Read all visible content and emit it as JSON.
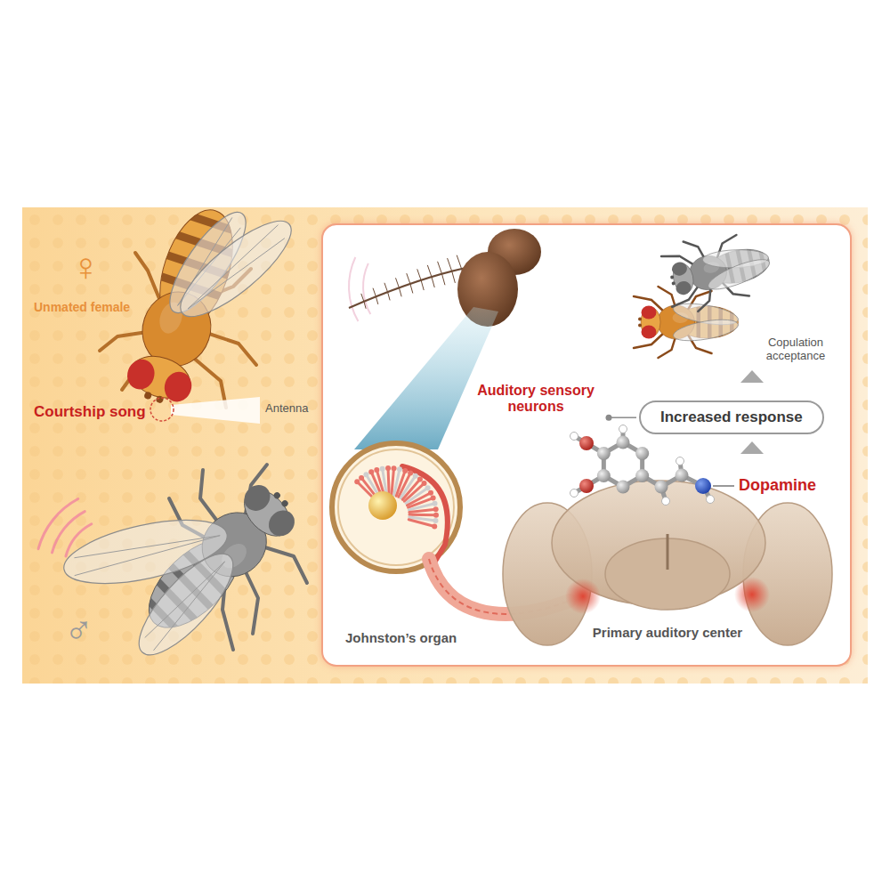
{
  "diagram": {
    "nodes": [
      {
        "text": [
          "Increased response"
        ]
      }
    ],
    "labels": [
      "♀",
      "Unmated female",
      "Courtship song",
      "Antenna",
      "Auditory sensory neurons",
      "Copulation acceptance",
      "Dopamine",
      "Johnston’s organ",
      "Primary auditory center",
      "♂"
    ]
  }
}
